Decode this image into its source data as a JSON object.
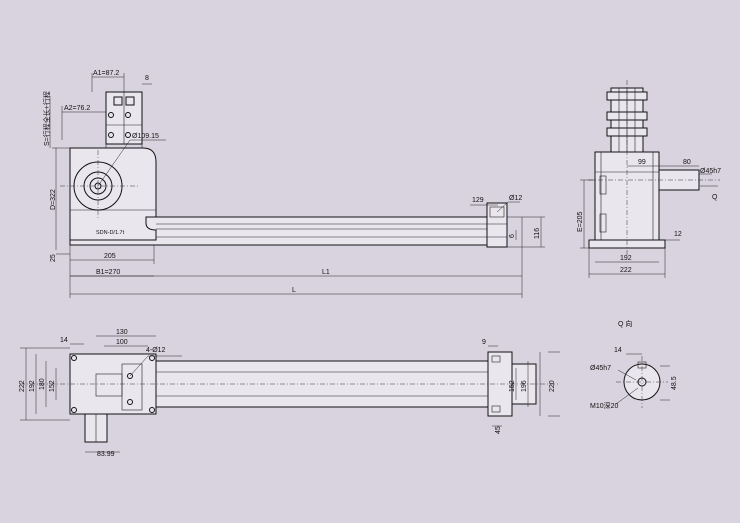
{
  "front_view": {
    "a1": "A1=87.2",
    "a2": "A2=76.2",
    "s_stroke": "S=行程全长+行程",
    "top_8": "8",
    "dia_109": "Ø109.15",
    "d322": "D=322",
    "rail_note": "SDN-D/1.7t",
    "d25": "25",
    "d205": "205",
    "b1": "B1=270",
    "l1": "L1",
    "l": "L",
    "d129": "129",
    "dia12": "Ø12",
    "d6": "6",
    "d116": "116"
  },
  "side_view": {
    "d99": "99",
    "d80": "80",
    "shaft": "Ø45h7",
    "q": "Q",
    "e205": "E=205",
    "d12": "12",
    "d192": "192",
    "d222": "222"
  },
  "top_view": {
    "d14": "14",
    "d130": "130",
    "d100": "100",
    "holes": "4-Ø12",
    "left_dims": [
      "222",
      "192",
      "180",
      "152"
    ],
    "d9": "9",
    "right_dims": [
      "152",
      "196",
      "220"
    ],
    "d45": "45",
    "d83": "83.99"
  },
  "q_view": {
    "title": "Q  向",
    "d14": "14",
    "shaft": "Ø45h7",
    "d48": "48.5",
    "thread": "M10深20"
  }
}
